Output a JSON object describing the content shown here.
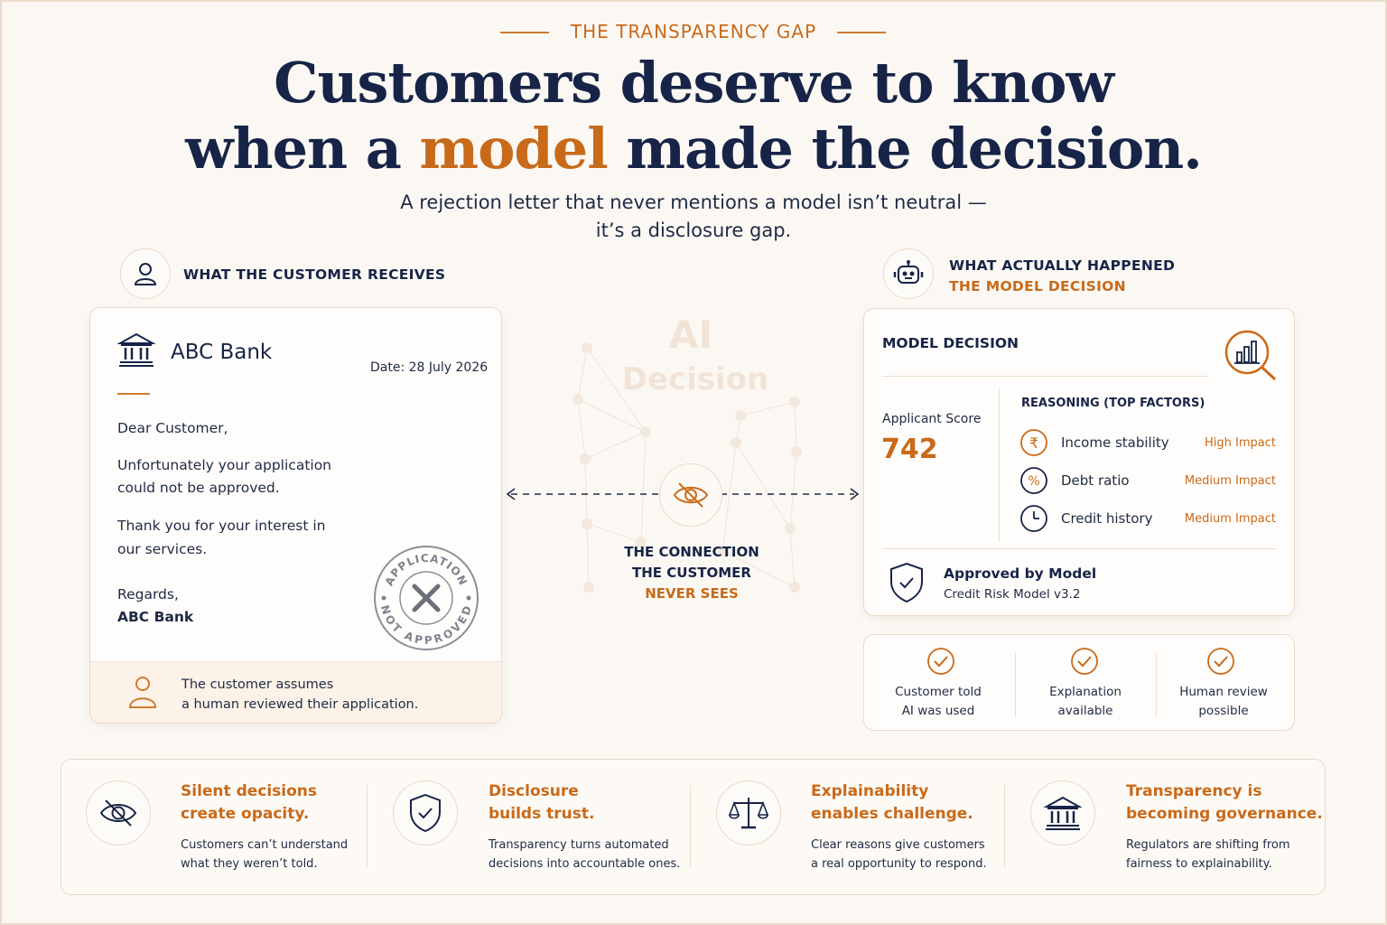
{
  "header": {
    "eyebrow": "THE TRANSPARENCY GAP",
    "headline_line1": "Customers deserve to know",
    "headline_line2_pre": "when a ",
    "headline_line2_accent": "model",
    "headline_line2_post": " made the decision.",
    "subtitle_line1": "A rejection letter that never mentions a model isn’t neutral —",
    "subtitle_line2": "it’s a disclosure gap."
  },
  "left_section": {
    "label": "WHAT THE CUSTOMER RECEIVES",
    "icon": "user-icon"
  },
  "letter": {
    "bank_name": "ABC Bank",
    "date": "Date: 28 July 2026",
    "greeting": "Dear Customer,",
    "para1_line1": "Unfortunately your application",
    "para1_line2": "could not be approved.",
    "para2_line1": "Thank you for your interest in",
    "para2_line2": "our services.",
    "closing": "Regards,",
    "signature": "ABC Bank",
    "stamp_top": "APPLICATION",
    "stamp_bottom": "NOT APPROVED",
    "footer_line1": "The customer assumes",
    "footer_line2": "a human reviewed their application."
  },
  "connection": {
    "watermark_line1": "AI",
    "watermark_line2": "Decision",
    "line1": "THE CONNECTION",
    "line2": "THE CUSTOMER",
    "line3": "NEVER SEES",
    "icon": "eye-slash-icon"
  },
  "right_section": {
    "label": "WHAT ACTUALLY HAPPENED",
    "sublabel": "THE MODEL DECISION",
    "icon": "robot-icon"
  },
  "model": {
    "title": "MODEL DECISION",
    "score_label": "Applicant Score",
    "score_value": "742",
    "reasoning_title": "REASONING (TOP FACTORS)",
    "factors": [
      {
        "label": "Income stability",
        "impact": "High Impact",
        "icon": "rupee-icon"
      },
      {
        "label": "Debt ratio",
        "impact": "Medium Impact",
        "icon": "percent-icon"
      },
      {
        "label": "Credit history",
        "impact": "Medium Impact",
        "icon": "clock-icon"
      }
    ],
    "approved_title": "Approved by Model",
    "approved_model": "Credit Risk Model v3.2"
  },
  "checks": [
    {
      "line1": "Customer told",
      "line2": "AI was used"
    },
    {
      "line1": "Explanation",
      "line2": "available"
    },
    {
      "line1": "Human review",
      "line2": "possible"
    }
  ],
  "bottom": [
    {
      "title1": "Silent decisions",
      "title2": "create opacity.",
      "desc1": "Customers can’t understand",
      "desc2": "what they weren’t told.",
      "icon": "eye-slash-icon"
    },
    {
      "title1": "Disclosure",
      "title2": "builds trust.",
      "desc1": "Transparency turns automated",
      "desc2": "decisions into accountable ones.",
      "icon": "shield-check-icon"
    },
    {
      "title1": "Explainability",
      "title2": "enables challenge.",
      "desc1": "Clear reasons give customers",
      "desc2": "a real opportunity to respond.",
      "icon": "scales-icon"
    },
    {
      "title1": "Transparency is",
      "title2": "becoming governance.",
      "desc1": "Regulators are shifting from",
      "desc2": "fairness to explainability.",
      "icon": "bank-icon"
    }
  ],
  "colors": {
    "navy": "#172447",
    "orange": "#c86a1a",
    "background": "#fbf8f4"
  }
}
